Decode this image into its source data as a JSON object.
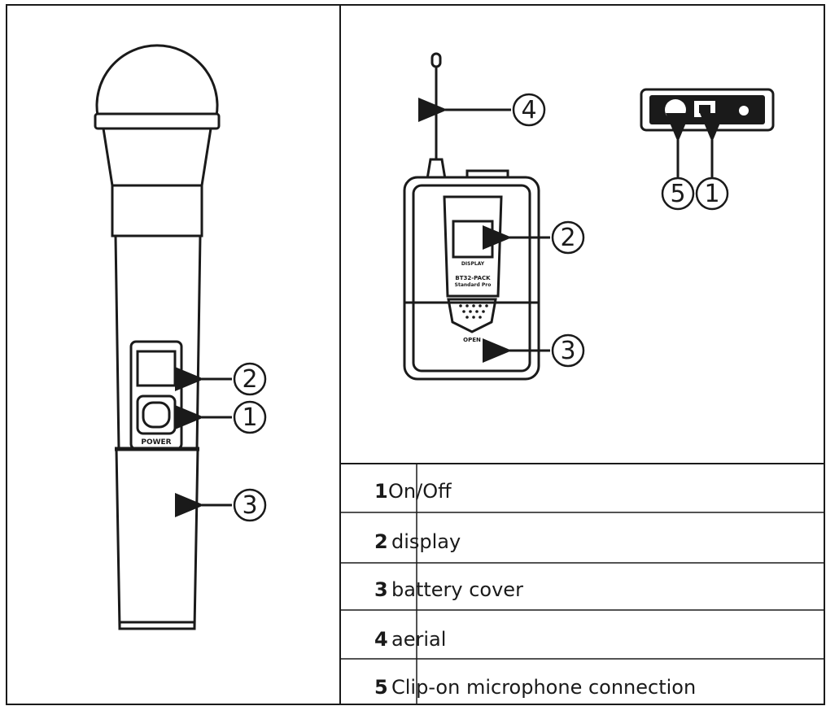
{
  "handheld": {
    "power_label": "POWER",
    "callouts": [
      "2",
      "1",
      "3"
    ]
  },
  "bodypack": {
    "display_label": "DISPLAY",
    "model_label": "BT32-PACK",
    "model_sub": "Standard Pro",
    "open_label": "OPEN",
    "callouts": [
      "4",
      "2",
      "3"
    ],
    "top_callouts": [
      "5",
      "1"
    ]
  },
  "legend": {
    "items": [
      {
        "num": "1",
        "text": "On/Off"
      },
      {
        "num": "2",
        "text": "display"
      },
      {
        "num": "3",
        "text": "battery cover"
      },
      {
        "num": "4",
        "text": "aerial"
      },
      {
        "num": "5",
        "text": "Clip-on microphone connection"
      }
    ]
  }
}
